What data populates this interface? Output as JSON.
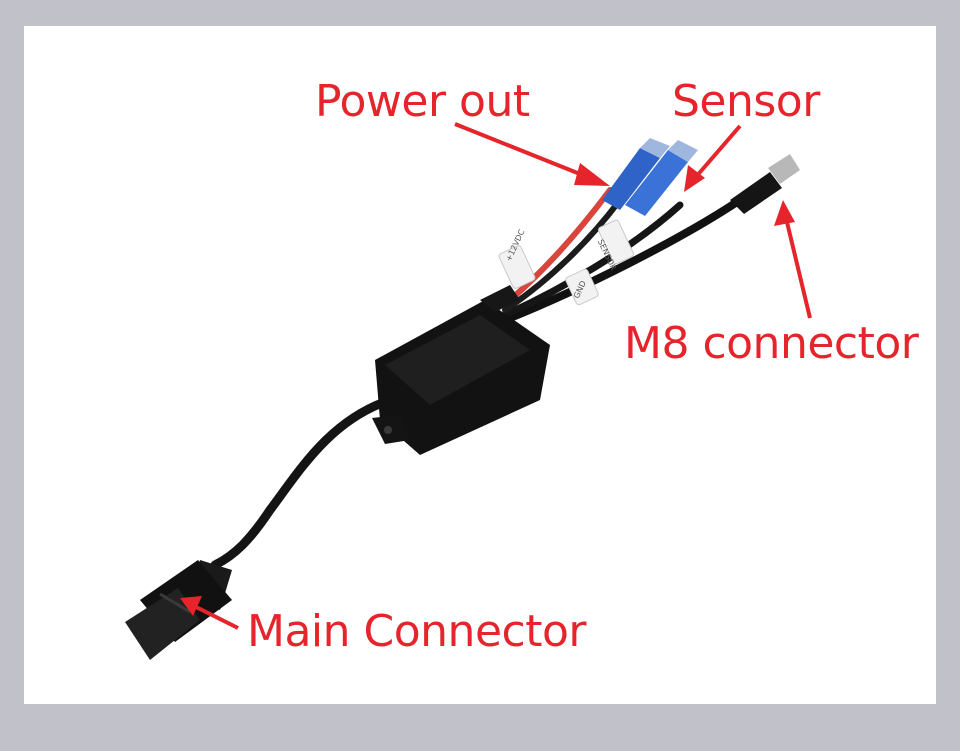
{
  "labels": {
    "power_out": "Power out",
    "sensor": "Sensor",
    "m8_connector": "M8 connector",
    "main_connector": "Main Connector"
  },
  "wire_tags": {
    "plus_12vdc": "+12VDC",
    "gnd": "GND",
    "sensor": "SENSOR"
  },
  "colors": {
    "callout_red": "#e5252b",
    "background_grey": "#c0c1c9",
    "cable_black": "#141414",
    "terminal_blue": "#2f63c8",
    "wire_red": "#d9453b"
  }
}
